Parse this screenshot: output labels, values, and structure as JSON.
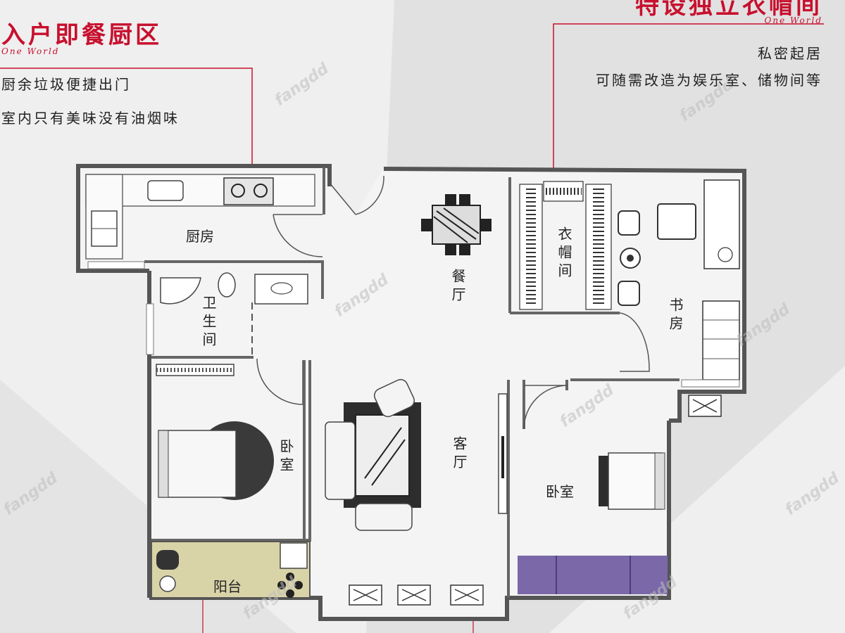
{
  "callout_left": {
    "title": "入户即餐厨区",
    "subtitle": "One World",
    "lines": [
      "厨余垃圾便捷出门",
      "室内只有美味没有油烟味"
    ]
  },
  "callout_right": {
    "title": "特设独立衣帽间",
    "subtitle": "One World",
    "lines": [
      "私密起居",
      "可随需改造为娱乐室、储物间等"
    ]
  },
  "rooms": {
    "kitchen": "厨房",
    "bathroom": "卫生间",
    "dining": "餐厅",
    "cloakroom": "衣帽间",
    "study": "书房",
    "bedroom_left": "卧室",
    "living": "客厅",
    "bedroom_right": "卧室",
    "balcony": "阳台"
  },
  "watermark": "fangdd",
  "colors": {
    "accent": "#c8102e",
    "wall": "#555555",
    "balcony": "#d9d3a8",
    "window_purple": "#7a68a8"
  }
}
